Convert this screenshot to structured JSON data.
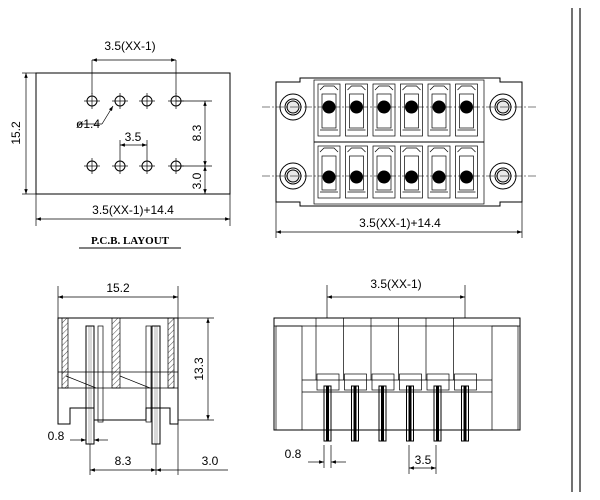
{
  "pcb": {
    "title": "P.C.B. LAYOUT",
    "dim_pitch_top": "3.5(XX-1)",
    "dim_height": "15.2",
    "dim_hole": "ø1.4",
    "dim_pitch": "3.5",
    "dim_row": "8.3",
    "dim_edge": "3.0",
    "dim_width": "3.5(XX-1)+14.4"
  },
  "top_view": {
    "dim_width": "3.5(XX-1)+14.4"
  },
  "side_view": {
    "dim_width": "15.2",
    "dim_height": "13.3",
    "dim_pin": "0.8",
    "dim_row": "8.3",
    "dim_edge": "3.0"
  },
  "front_view": {
    "dim_pitch_top": "3.5(XX-1)",
    "dim_pin": "0.8",
    "dim_pitch": "3.5"
  }
}
